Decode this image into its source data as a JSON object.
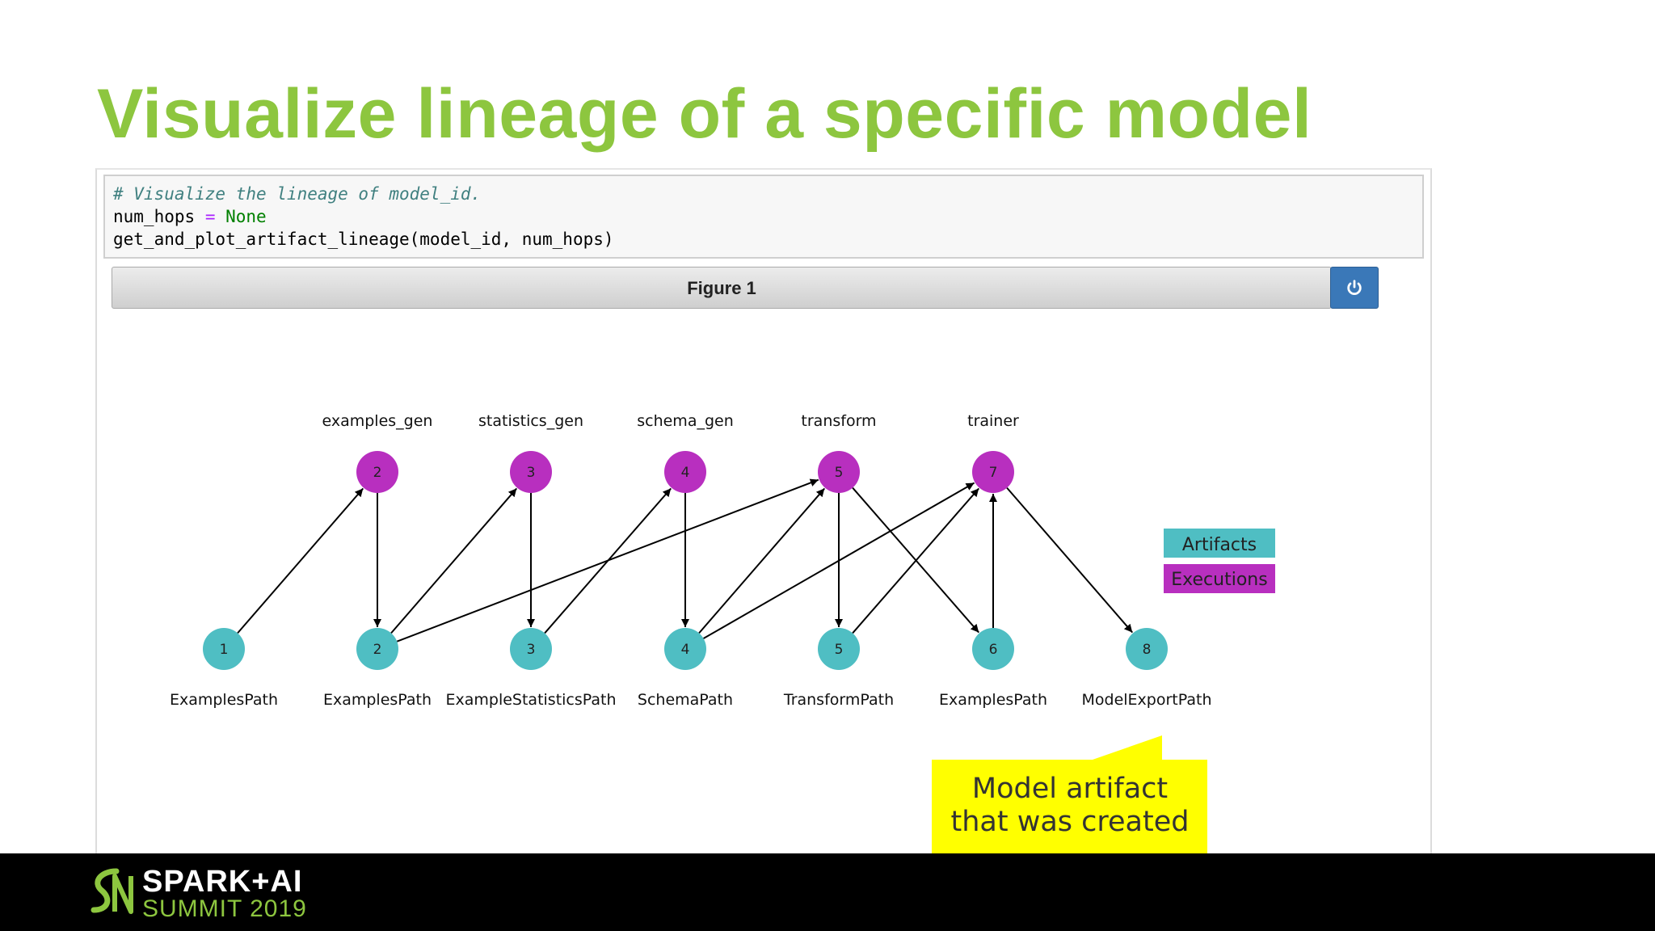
{
  "slide": {
    "title": "Visualize lineage of a specific model"
  },
  "code": {
    "line1": "# Visualize the lineage of model_id.",
    "line2_var": "num_hops",
    "line2_op": "=",
    "line2_val": "None",
    "line3": "get_and_plot_artifact_lineage(model_id, num_hops)"
  },
  "figure": {
    "title": "Figure 1",
    "power_icon": "power-icon"
  },
  "graph": {
    "colors": {
      "artifact": "#4fbec3",
      "execution": "#b82fbf"
    },
    "executions": [
      {
        "id": "2",
        "label": "examples_gen"
      },
      {
        "id": "3",
        "label": "statistics_gen"
      },
      {
        "id": "4",
        "label": "schema_gen"
      },
      {
        "id": "5",
        "label": "transform"
      },
      {
        "id": "7",
        "label": "trainer"
      }
    ],
    "artifacts": [
      {
        "id": "1",
        "label": "ExamplesPath"
      },
      {
        "id": "2",
        "label": "ExamplesPath"
      },
      {
        "id": "3",
        "label": "ExampleStatisticsPath"
      },
      {
        "id": "4",
        "label": "SchemaPath"
      },
      {
        "id": "5",
        "label": "TransformPath"
      },
      {
        "id": "6",
        "label": "ExamplesPath"
      },
      {
        "id": "8",
        "label": "ModelExportPath"
      }
    ],
    "edges": [
      {
        "from": "A1",
        "to": "E2"
      },
      {
        "from": "E2",
        "to": "A2"
      },
      {
        "from": "A2",
        "to": "E3"
      },
      {
        "from": "A2",
        "to": "E5"
      },
      {
        "from": "E3",
        "to": "A3"
      },
      {
        "from": "A3",
        "to": "E4"
      },
      {
        "from": "E4",
        "to": "A4"
      },
      {
        "from": "A4",
        "to": "E5"
      },
      {
        "from": "A4",
        "to": "E7"
      },
      {
        "from": "E5",
        "to": "A5"
      },
      {
        "from": "E5",
        "to": "A6"
      },
      {
        "from": "A5",
        "to": "E7"
      },
      {
        "from": "A6",
        "to": "E7"
      },
      {
        "from": "E7",
        "to": "A8"
      }
    ],
    "legend": {
      "artifacts": "Artifacts",
      "executions": "Executions"
    }
  },
  "callout": {
    "line1": "Model artifact",
    "line2": "that was created"
  },
  "footer": {
    "brand_top": "SPARK+AI",
    "brand_bottom": "SUMMIT 2019"
  }
}
